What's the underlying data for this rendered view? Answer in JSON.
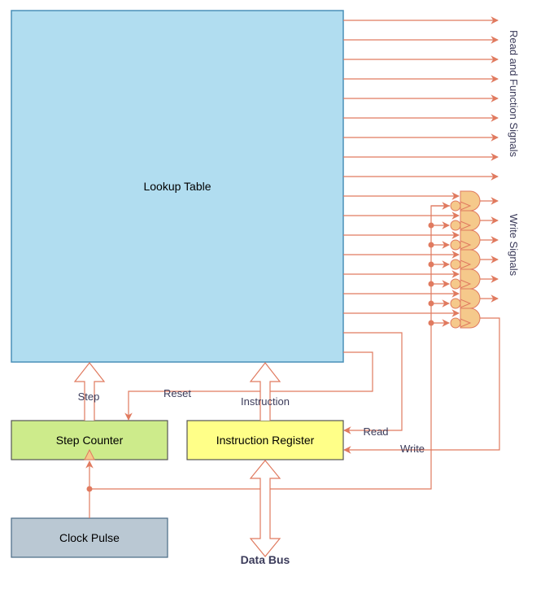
{
  "blocks": {
    "lookup_table": "Lookup Table",
    "step_counter": "Step Counter",
    "instruction_register": "Instruction Register",
    "clock_pulse": "Clock Pulse"
  },
  "labels": {
    "read_function_signals": "Read and Function Signals",
    "write_signals": "Write Signals",
    "step": "Step",
    "reset": "Reset",
    "instruction": "Instruction",
    "read": "Read",
    "write": "Write",
    "data_bus": "Data Bus"
  },
  "counts": {
    "read_function_lines": 9,
    "write_gates": 7
  },
  "colors": {
    "lookup_fill": "#b1ddf0",
    "lookup_stroke": "#4a90b8",
    "step_fill": "#cdeb8b",
    "ir_fill": "#ffff88",
    "clock_fill": "#bac8d3",
    "wire": "#e07a5f",
    "gate_fill": "#f5c98b"
  }
}
